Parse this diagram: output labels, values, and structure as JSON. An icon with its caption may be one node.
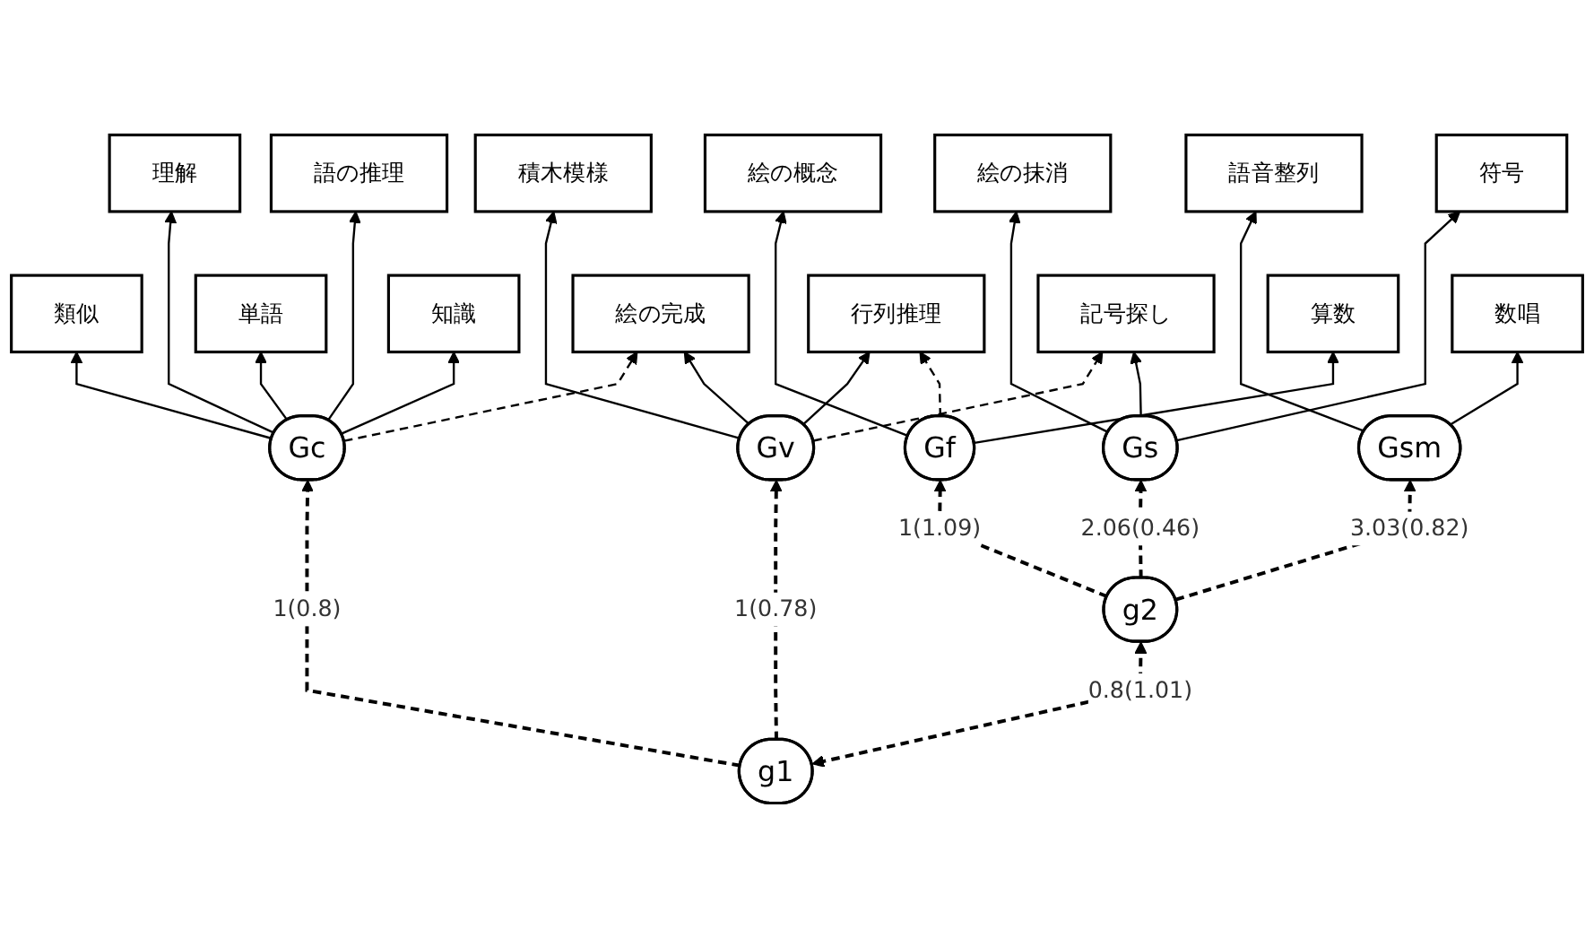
{
  "diagram": {
    "nodes": [
      {
        "text": [
          "類似"
        ]
      },
      {
        "text": [
          "理解"
        ]
      },
      {
        "text": [
          "語の推理"
        ]
      },
      {
        "text": [
          "積木模様"
        ]
      },
      {
        "text": [
          "絵の概念"
        ]
      },
      {
        "text": [
          "語音整列"
        ]
      },
      {
        "text": [
          "符号"
        ]
      },
      {
        "text": [
          "絵の抹消"
        ]
      },
      {
        "text": [
          "単語"
        ]
      },
      {
        "text": [
          "知識"
        ]
      },
      {
        "text": [
          "絵の完成"
        ]
      },
      {
        "text": [
          "行列推理"
        ]
      },
      {
        "text": [
          "算数"
        ]
      },
      {
        "text": [
          "数唱"
        ]
      },
      {
        "text": [
          "記号探し"
        ]
      },
      {
        "text": [
          "Gc"
        ]
      },
      {
        "text": [
          "Gv"
        ]
      },
      {
        "text": [
          "Gf"
        ]
      },
      {
        "text": [
          "Gsm"
        ]
      },
      {
        "text": [
          "Gs"
        ]
      },
      {
        "text": [
          "g1"
        ]
      },
      {
        "text": [
          "g2"
        ]
      }
    ],
    "edges": [
      {
        "from": 15,
        "to": 0,
        "arrow": "to"
      },
      {
        "from": 15,
        "to": 8,
        "arrow": "to"
      },
      {
        "from": 15,
        "to": 1,
        "arrow": "to"
      },
      {
        "from": 15,
        "to": 2,
        "arrow": "to"
      },
      {
        "from": 15,
        "to": 9,
        "arrow": "to"
      },
      {
        "from": 15,
        "to": 10,
        "arrow": "to",
        "style": "dashed"
      },
      {
        "from": 16,
        "to": 10,
        "arrow": "to"
      },
      {
        "from": 16,
        "to": 3,
        "arrow": "to"
      },
      {
        "from": 16,
        "to": 11,
        "arrow": "to"
      },
      {
        "from": 16,
        "to": 14,
        "arrow": "to",
        "style": "dashed"
      },
      {
        "from": 17,
        "to": 4,
        "arrow": "to"
      },
      {
        "from": 17,
        "to": 11,
        "arrow": "to",
        "style": "dashed"
      },
      {
        "from": 17,
        "to": 12,
        "arrow": "to"
      },
      {
        "from": 18,
        "to": 13,
        "arrow": "to"
      },
      {
        "from": 18,
        "to": 5,
        "arrow": "to"
      },
      {
        "from": 19,
        "to": 6,
        "arrow": "to"
      },
      {
        "from": 19,
        "to": 14,
        "arrow": "to"
      },
      {
        "from": 19,
        "to": 7,
        "arrow": "to"
      },
      {
        "from": 20,
        "to": 15,
        "arrow": "to",
        "label": "1(0.8)",
        "style": "dashed"
      },
      {
        "from": 20,
        "to": 16,
        "arrow": "to",
        "label": "1(0.78)",
        "style": "dashed"
      },
      {
        "from": 21,
        "to": 17,
        "arrow": "to",
        "label": "1(1.09)",
        "style": "dashed"
      },
      {
        "from": 21,
        "to": 18,
        "arrow": "to",
        "label": "3.03(0.82)",
        "style": "dashed"
      },
      {
        "from": 21,
        "to": 19,
        "arrow": "to",
        "label": "2.06(0.46)",
        "style": "dashed"
      },
      {
        "from": 20,
        "to": 21,
        "arrow": "both",
        "label": "0.8(1.01)",
        "style": "dashed"
      }
    ]
  }
}
